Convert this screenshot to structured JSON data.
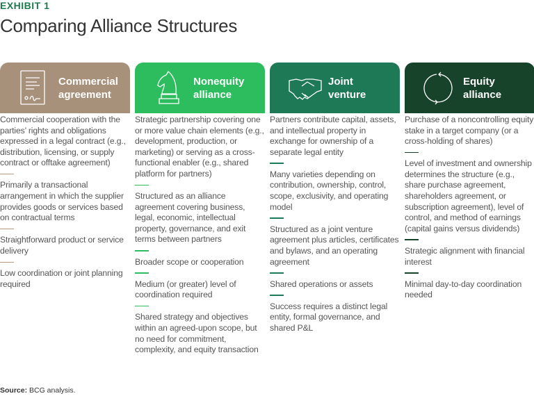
{
  "exhibit": "EXHIBIT 1",
  "title": "Comparing Alliance Structures",
  "columns": [
    {
      "label": "Commercial\nagreement",
      "icon": "contract-icon",
      "color": "#a8917b",
      "divider": "#b89a82",
      "items": [
        "Commercial cooperation with the parties’ rights and obligations expressed in a legal contract (e.g., distribution, licensing, or supply contract or offtake agreement)",
        "Primarily a transactional arrangement in which the supplier provides goods or services based on contractual terms",
        "Straightforward product or service delivery",
        "Low coordination or joint planning required"
      ]
    },
    {
      "label": "Nonequity\nalliance",
      "icon": "chess-knight-icon",
      "color": "#2dbd5f",
      "divider": "#2dbd5f",
      "items": [
        "Strategic partnership covering one or more value chain elements (e.g., development, production, or marketing) or serving as a cross-functional enabler (e.g., shared platform for partners)",
        "Structured as an alliance agreement covering business, legal, economic, intellectual property, governance, and exit terms between partners",
        "Broader scope or cooperation",
        "Medium (or greater) level of coordination required",
        "Shared strategy and objectives within an agreed-upon scope, but no need for commitment, complexity, and equity transaction"
      ]
    },
    {
      "label": "Joint\nventure",
      "icon": "handshake-icon",
      "color": "#1e7a56",
      "divider": "#1e7a56",
      "items": [
        "Partners contribute capital, assets, and intellectual property in exchange for ownership of a separate legal entity",
        "Many varieties depending on contribution, ownership, control, scope, exclusivity, and operating model",
        "Structured as a joint venture agreement plus articles, certificates and bylaws, and an operating agreement",
        "Shared operations or assets",
        "Success requires a distinct legal entity, formal governance, and shared P&L"
      ]
    },
    {
      "label": "Equity\nalliance",
      "icon": "cycle-arrows-icon",
      "color": "#16432a",
      "divider": "#16432a",
      "items": [
        "Purchase of a noncontrolling equity stake in a target company (or a cross-holding of shares)",
        "Level of investment and ownership determines the structure (e.g., share purchase agreement, shareholders agreement, or subscription agreement), level of control, and method of earnings (capital gains versus dividends)",
        "Strategic alignment with financial interest",
        "Minimal day-to-day coordination needed"
      ]
    }
  ],
  "source": {
    "label": "Source:",
    "text": "BCG analysis."
  }
}
